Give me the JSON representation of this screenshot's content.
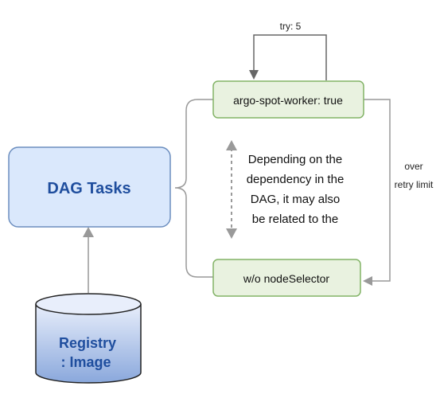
{
  "nodes": {
    "dag_tasks": {
      "label": "DAG Tasks"
    },
    "registry": {
      "line1": "Registry",
      "line2": ": Image"
    },
    "spot_worker": {
      "label": "argo-spot-worker: true"
    },
    "no_selector": {
      "label": "w/o nodeSelector"
    }
  },
  "edges": {
    "retry_loop": {
      "label": "try: 5"
    },
    "fallback": {
      "label_line1": "over",
      "label_line2": "retry limit"
    }
  },
  "note": {
    "lines": [
      "Depending on the",
      "dependency in the",
      "DAG, it may also",
      "be related to the"
    ]
  },
  "colors": {
    "blue_fill": "#dae8fc",
    "blue_stroke": "#6c8ebf",
    "blue_text": "#1f4e9e",
    "green_fill": "#e9f2e0",
    "green_stroke": "#82b366",
    "edge_gray": "#999999",
    "dashed_gray": "#9a9a9a",
    "dark_text": "#111111",
    "cylinder_top": "#e8eefb",
    "cylinder_bottom": "#8aa8dc"
  }
}
